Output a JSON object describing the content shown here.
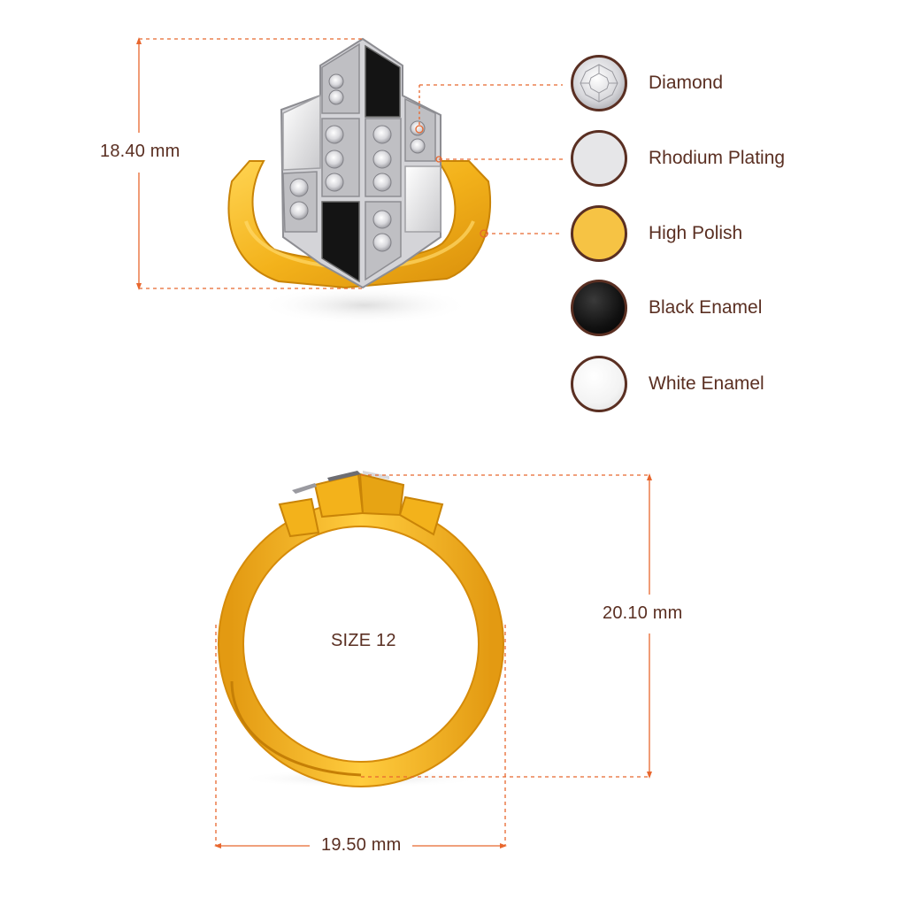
{
  "dimensions": {
    "top_height": "18.40 mm",
    "ring_height": "20.10 mm",
    "ring_width": "19.50 mm",
    "size": "SIZE 12"
  },
  "legend": [
    {
      "label": "Diamond",
      "color": "#e9e9ee",
      "icon": "diamond-swatch"
    },
    {
      "label": "Rhodium Plating",
      "color": "#e6e6e8",
      "icon": "rhodium-swatch"
    },
    {
      "label": "High Polish",
      "color": "#f6c344",
      "icon": "gold-swatch"
    },
    {
      "label": "Black Enamel",
      "color": "#151515",
      "icon": "black-swatch"
    },
    {
      "label": "White Enamel",
      "color": "#fafafa",
      "icon": "white-swatch"
    }
  ],
  "colors": {
    "dimension_line": "#e8672e",
    "text": "#5a2f22",
    "gold": "#f3b21b",
    "gold_dark": "#d98e0a"
  }
}
